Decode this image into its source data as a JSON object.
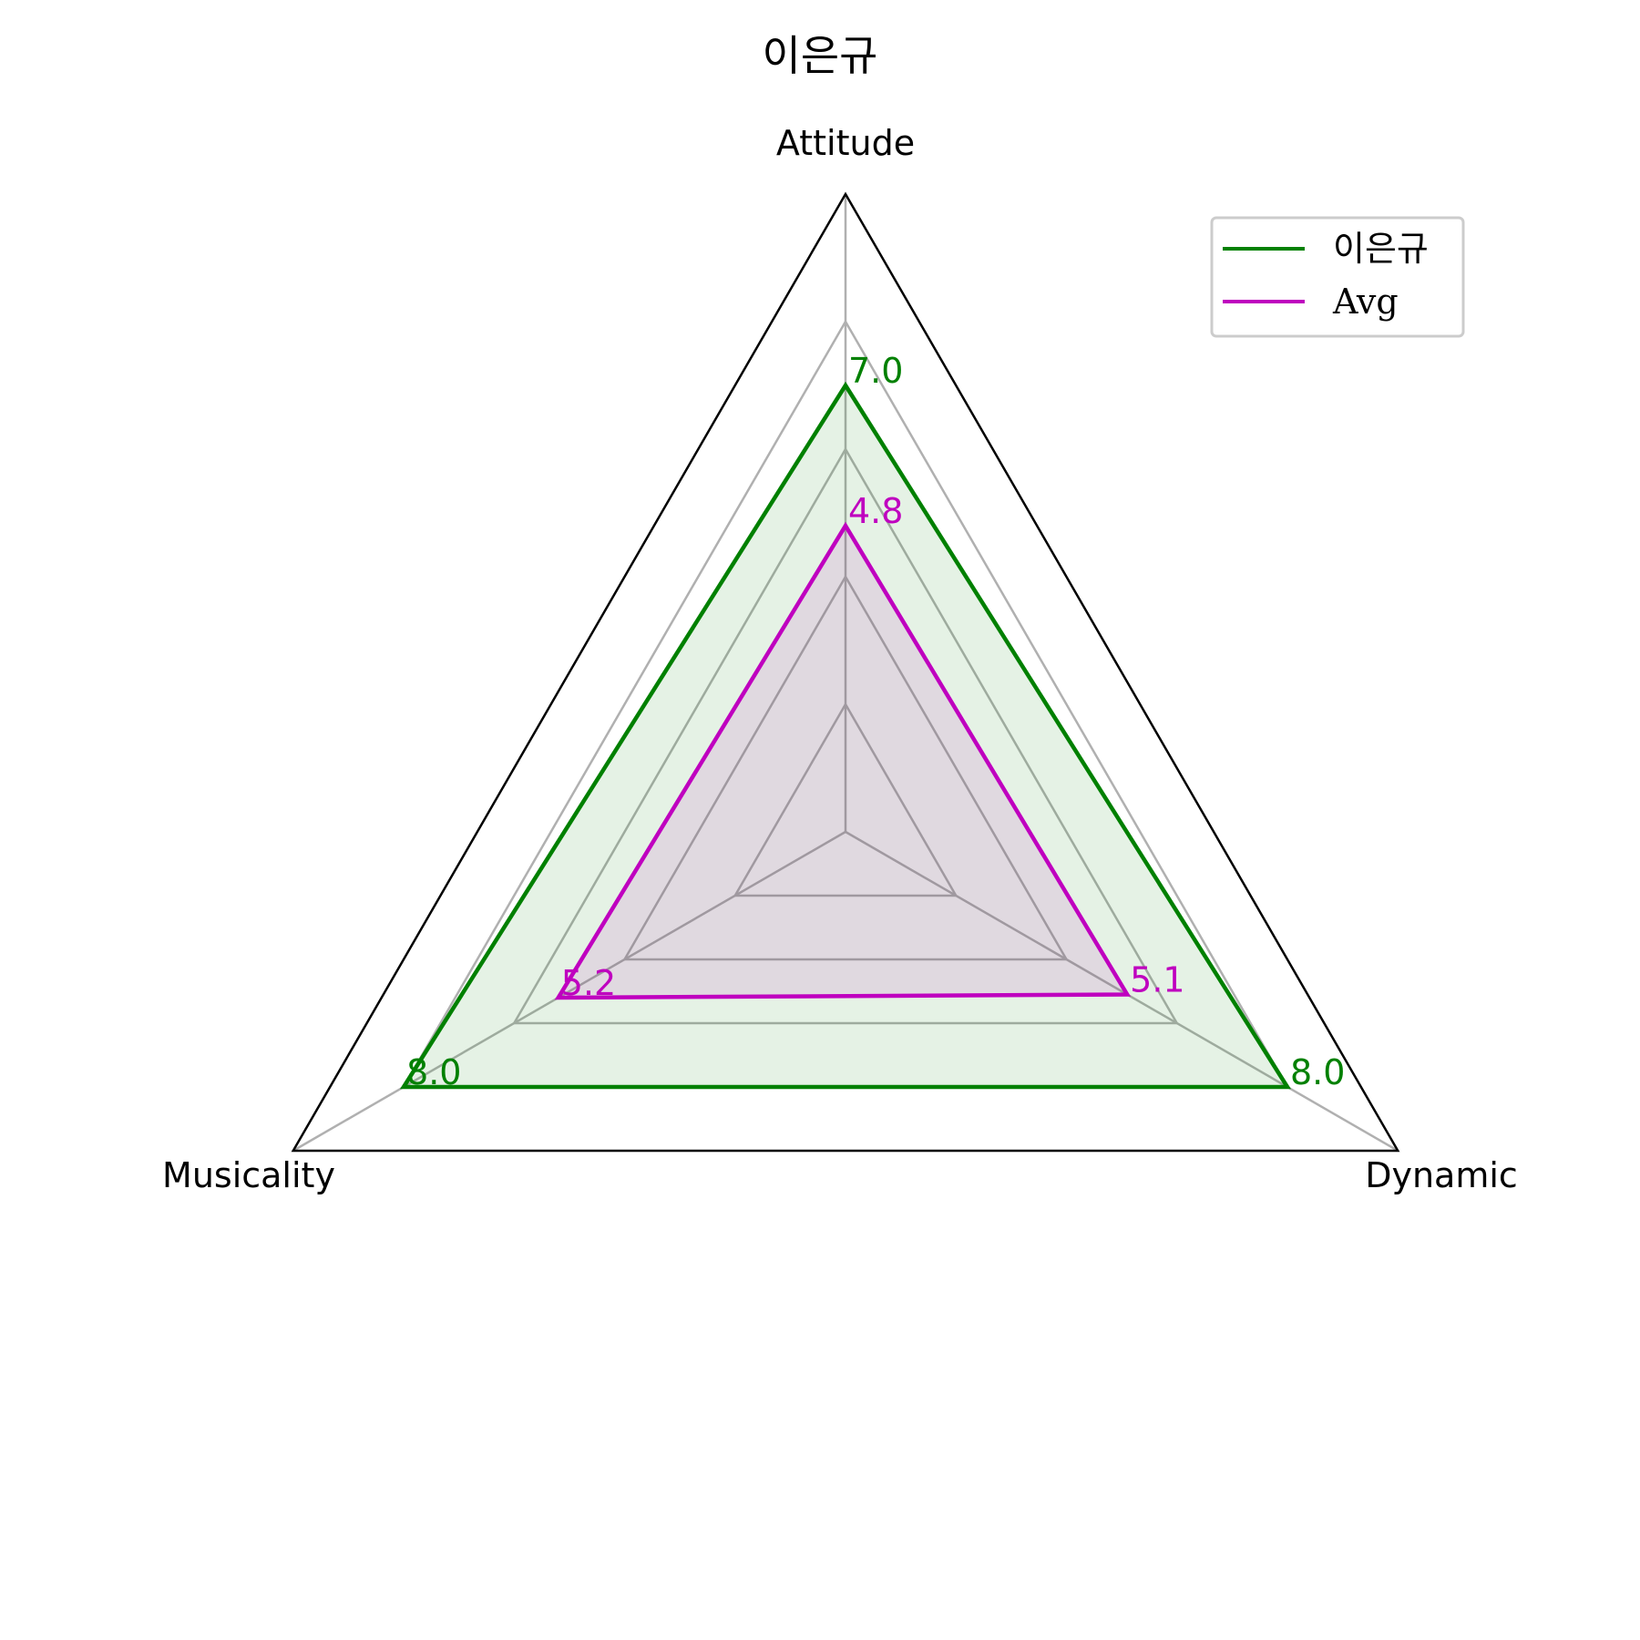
{
  "chart_data": {
    "type": "radar",
    "title": "이은규",
    "axes": [
      "Attitude",
      "Dynamic",
      "Musicality"
    ],
    "rmax": 10,
    "grid_levels": [
      2,
      4,
      6,
      8
    ],
    "grid": true,
    "legend_position": "top-right",
    "series": [
      {
        "name": "이은규",
        "values": [
          7.0,
          8.0,
          8.0
        ],
        "labels": [
          "7.0",
          "8.0",
          "8.0"
        ],
        "color": "#008000",
        "fill": true
      },
      {
        "name": "Avg",
        "values": [
          4.8,
          5.1,
          5.2
        ],
        "labels": [
          "4.8",
          "5.1",
          "5.2"
        ],
        "color": "#bf00bf",
        "fill": true
      }
    ]
  },
  "colors": {
    "grid": "#b0b0b0",
    "frame": "#000000",
    "green_fill": "#008000",
    "purple_fill": "#bf00bf"
  }
}
